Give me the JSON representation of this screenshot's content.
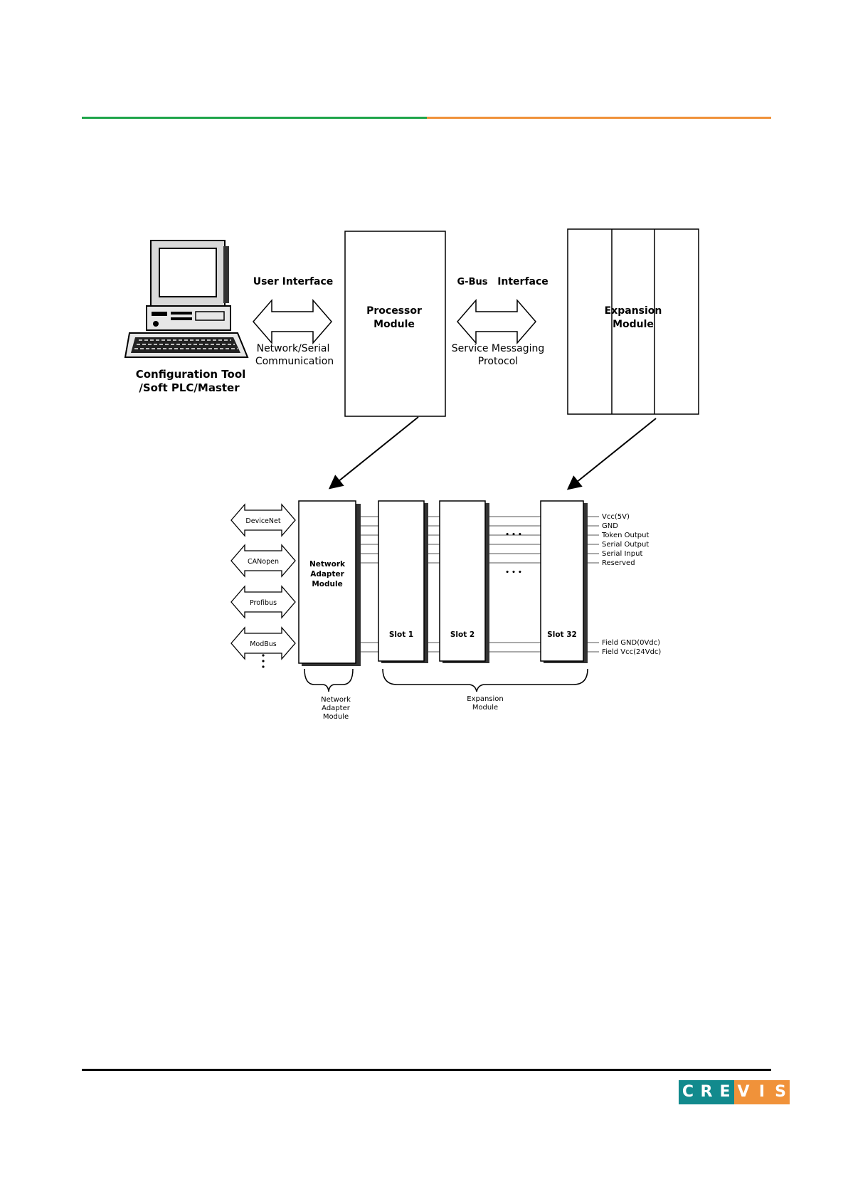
{
  "colors": {
    "green_rule": "#1fa54a",
    "orange_rule": "#f0923a",
    "logo_teal": "#128a8d",
    "logo_orange": "#f0923a"
  },
  "upper": {
    "pc_label_line1": "Configuration Tool",
    "pc_label_line2": "/Soft PLC/Master",
    "user_interface": "User Interface",
    "network_serial_line1": "Network/Serial",
    "network_serial_line2": "Communication",
    "processor_line1": "Processor",
    "processor_line2": "Module",
    "gbus": "G-Bus",
    "gbus_interface": "Interface",
    "service_line1": "Service Messaging",
    "service_line2": "Protocol",
    "expansion_line1": "Expansion",
    "expansion_line2": "Module"
  },
  "lower": {
    "protocols": [
      "DeviceNet",
      "CANopen",
      "Profibus",
      "ModBus"
    ],
    "adapter_line1": "Network",
    "adapter_line2": "Adapter",
    "adapter_line3": "Module",
    "slot1": "Slot 1",
    "slot2": "Slot 2",
    "slot32": "Slot 32",
    "ellipsis": "• • •",
    "bus_signals": [
      "Vcc(5V)",
      "GND",
      "Token Output",
      "Serial Output",
      "Serial Input",
      "Reserved"
    ],
    "field_signals": [
      "Field GND(0Vdc)",
      "Field Vcc(24Vdc)"
    ],
    "brace_adapter": [
      "Network",
      "Adapter",
      "Module"
    ],
    "brace_expansion": [
      "Expansion",
      "Module"
    ]
  },
  "footer": {
    "logo_letters": [
      "C",
      "R",
      "E",
      "V",
      "I",
      "S"
    ]
  }
}
